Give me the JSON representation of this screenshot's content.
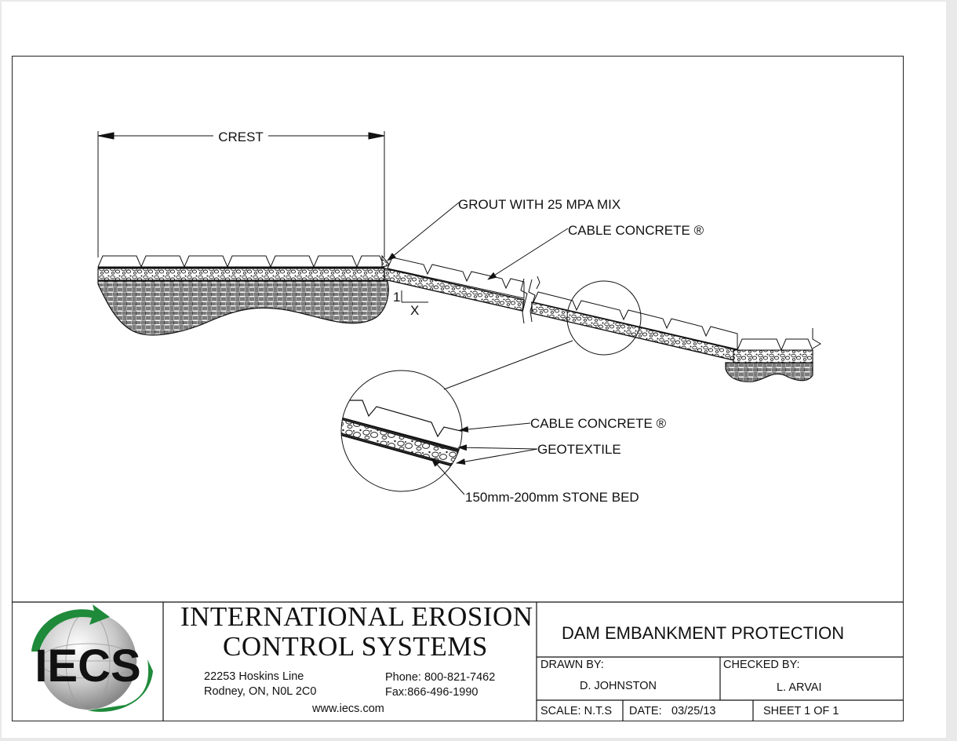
{
  "drawing": {
    "crest_label": "CREST",
    "grout_label": "GROUT WITH 25 MPA MIX",
    "cable_concrete_label": "CABLE CONCRETE ®",
    "slope_rise": "1",
    "slope_run": "X",
    "detail_cable_concrete_label": "CABLE CONCRETE ®",
    "geotextile_label": "GEOTEXTILE",
    "stone_bed_label": "150mm-200mm STONE BED"
  },
  "title_block": {
    "logo_text": "IECS",
    "company_line1": "INTERNATIONAL EROSION",
    "company_line2": "CONTROL SYSTEMS",
    "address_line1": "22253 Hoskins Line",
    "address_line2": "Rodney, ON, N0L 2C0",
    "phone": "Phone: 800-821-7462",
    "fax": "Fax:866-496-1990",
    "website": "www.iecs.com",
    "drawing_title": "DAM EMBANKMENT PROTECTION",
    "drawn_by_label": "DRAWN BY:",
    "drawn_by": "D. JOHNSTON",
    "checked_by_label": "CHECKED BY:",
    "checked_by": "L. ARVAI",
    "scale": "SCALE: N.T.S",
    "date_label": "DATE:",
    "date": "03/25/13",
    "sheet": "SHEET 1 OF 1"
  },
  "colors": {
    "logo_green": "#1f8a3a",
    "ink": "#111111"
  }
}
